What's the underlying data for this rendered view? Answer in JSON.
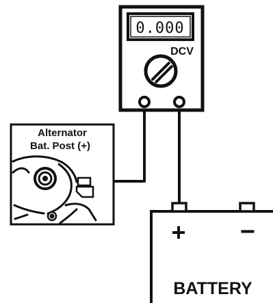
{
  "meter": {
    "display_text": "0.000",
    "mode_label": "DCV"
  },
  "alternator": {
    "label_line1": "Alternator",
    "label_line2": "Bat. Post (+)"
  },
  "battery": {
    "positive_symbol": "+",
    "negative_symbol": "−",
    "label": "BATTERY"
  },
  "colors": {
    "ink": "#111111",
    "background": "#ffffff"
  }
}
